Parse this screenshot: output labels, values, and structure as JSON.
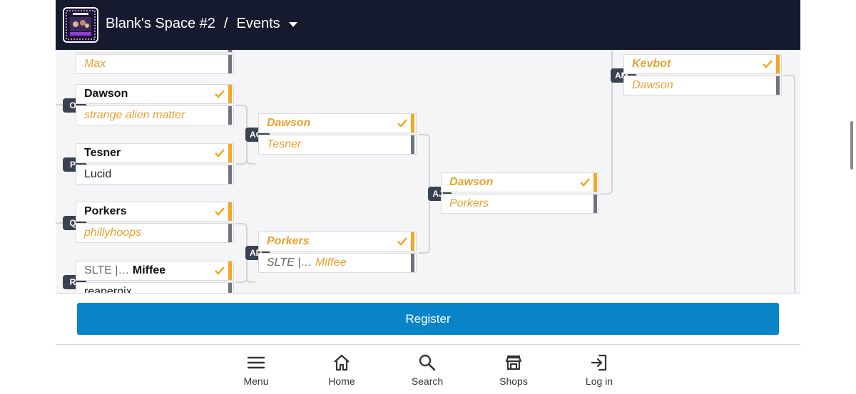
{
  "header": {
    "event_name": "Blank's Space #2",
    "separator": "/",
    "section": "Events"
  },
  "bracket": {
    "matches": [
      {
        "id": "",
        "top": {
          "name": ""
        },
        "bottom": {
          "name": "Max"
        }
      },
      {
        "id": "O",
        "top": {
          "name": "Dawson"
        },
        "bottom": {
          "name": "strange alien matter"
        }
      },
      {
        "id": "P",
        "top": {
          "name": "Tesner"
        },
        "bottom": {
          "name": "Lucid"
        }
      },
      {
        "id": "Q",
        "top": {
          "name": "Porkers"
        },
        "bottom": {
          "name": "phillyhoops"
        }
      },
      {
        "id": "R",
        "top": {
          "team": "SLTE |…",
          "name": "Miffee"
        },
        "bottom": {
          "name": "reapernix"
        }
      },
      {
        "id": "AC",
        "top": {
          "name": "Dawson"
        },
        "bottom": {
          "name": "Tesner"
        }
      },
      {
        "id": "AD",
        "top": {
          "name": "Porkers"
        },
        "bottom": {
          "team": "SLTE |…",
          "name": "Miffee"
        }
      },
      {
        "id": "AJ",
        "top": {
          "name": "Dawson"
        },
        "bottom": {
          "name": "Porkers"
        }
      },
      {
        "id": "AM",
        "top": {
          "name": "Kevbot"
        },
        "bottom": {
          "name": "Dawson"
        }
      }
    ]
  },
  "register_label": "Register",
  "nav": {
    "menu": "Menu",
    "home": "Home",
    "search": "Search",
    "shops": "Shops",
    "login": "Log in"
  },
  "colors": {
    "header_bg": "#151a2e",
    "accent_orange": "#f5a623",
    "register_blue": "#0a84c8",
    "badge_bg": "#3a4150"
  }
}
